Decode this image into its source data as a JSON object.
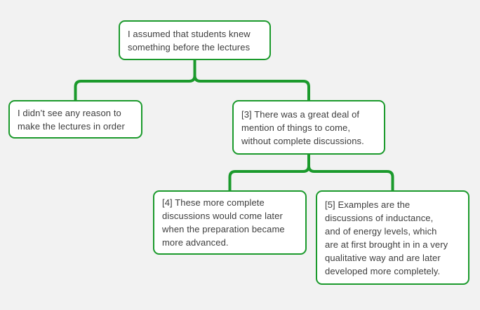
{
  "theme": {
    "background": "#f2f2f2",
    "accent_green": "#1b9a2c",
    "node_fill": "#ffffff",
    "text_color": "#3d3d3d"
  },
  "mindmap": {
    "root": {
      "text": "I assumed that students knew\nsomething before the lectures"
    },
    "left": {
      "text": "I didn’t see any reason to\nmake the lectures in order"
    },
    "node3": {
      "text": "[3] There was a great deal of\nmention of things to come,\nwithout complete discussions."
    },
    "node4": {
      "text": "[4] These more complete\ndiscussions would come later\nwhen the preparation became\nmore advanced."
    },
    "node5": {
      "text": "[5] Examples are the\ndiscussions of inductance,\nand of energy levels, which\nare at first brought in in a very\nqualitative way and are later\ndeveloped more completely."
    }
  }
}
